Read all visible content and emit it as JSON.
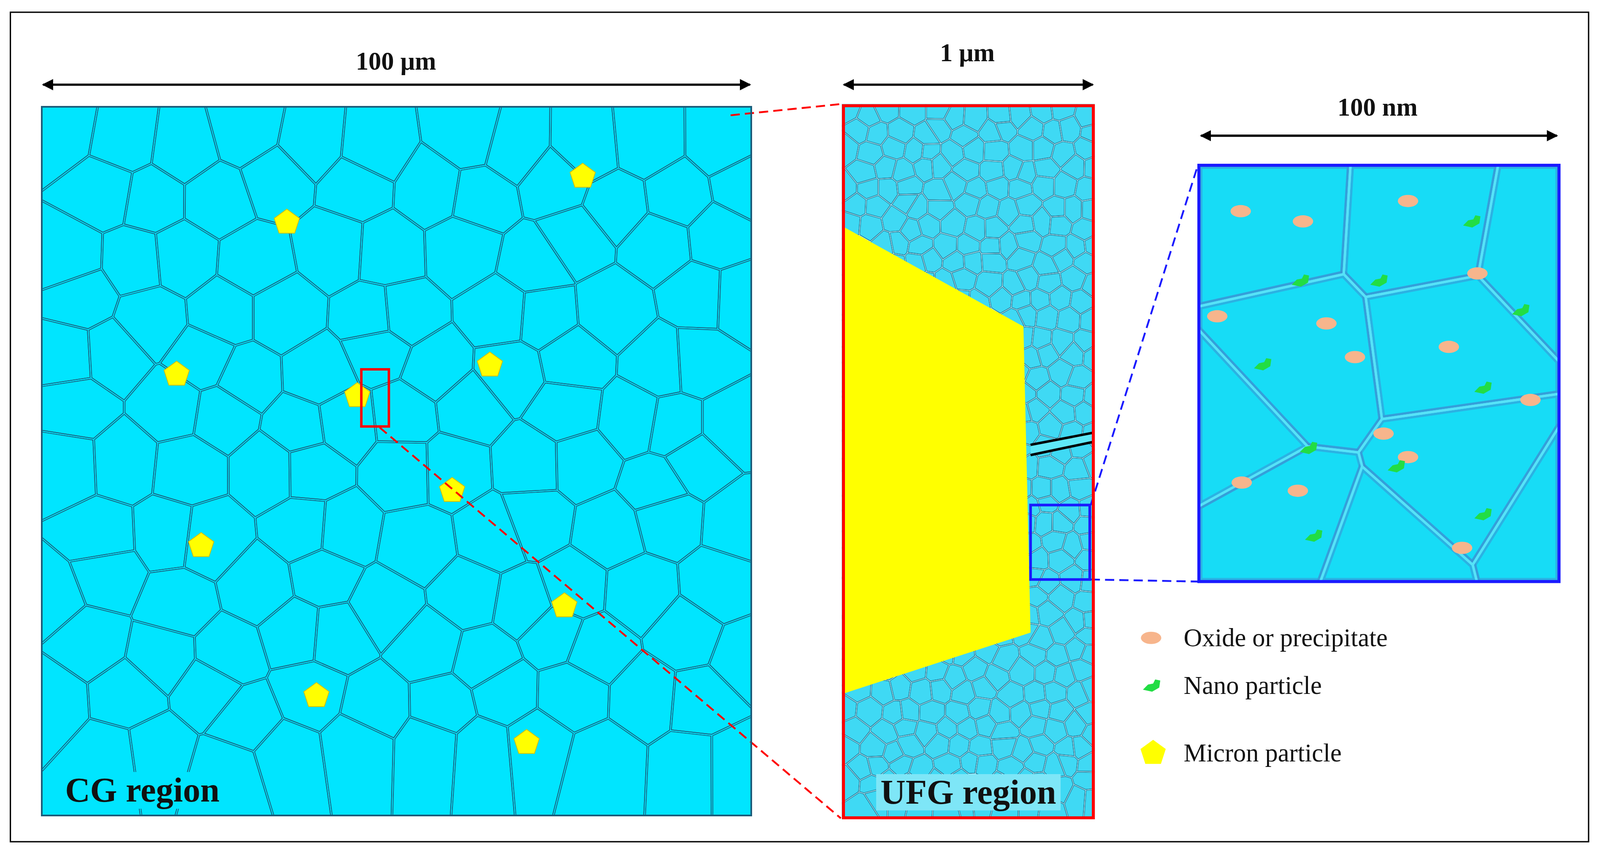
{
  "diagram": {
    "nodes": [
      {
        "text": [
          "CG region"
        ]
      },
      {
        "text": [
          "UFG region"
        ]
      }
    ],
    "labels": [
      "100 μm",
      "1 μm",
      "100 nm"
    ],
    "legend": [
      {
        "text": "Oxide or precipitate",
        "color": "#f7b58c"
      },
      {
        "text": "Nano particle",
        "color": "#22dd44"
      },
      {
        "text": "Micron particle",
        "color": "#ffff00"
      }
    ]
  }
}
